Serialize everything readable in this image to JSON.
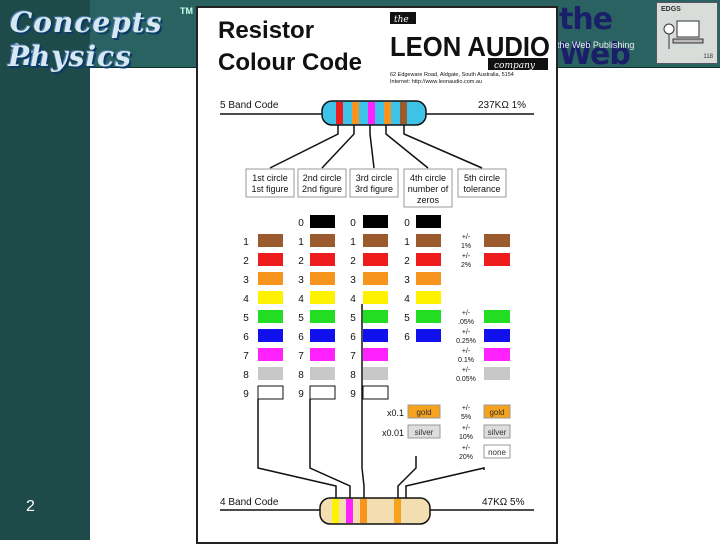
{
  "site": {
    "logo_line1": "Concepts in",
    "logo_line2": "Physics",
    "logo_tm": "TM",
    "web_brand": "the Web",
    "web_sub": "the Web Publishing",
    "badge_top": "EDGS",
    "badge_num": "118",
    "page_number": "2"
  },
  "sheet": {
    "title_line1": "Resistor",
    "title_line2": "Colour Code",
    "company_the": "the",
    "company_name": "LEON AUDIO",
    "company_word": "company",
    "company_addr": "62 Edgeware Road, Aldgate, South Australia, 5154",
    "company_web": "Internet: http://www.leonaudio.com.au",
    "top_label": "5 Band Code",
    "top_value": "237KΩ  1%",
    "bottom_label": "4 Band Code",
    "bottom_value": "47KΩ  5%",
    "headers": [
      [
        "1st circle",
        "1st figure",
        ""
      ],
      [
        "2nd circle",
        "2nd figure",
        ""
      ],
      [
        "3rd circle",
        "3rd figure",
        ""
      ],
      [
        "4th circle",
        "number of",
        "zeros"
      ],
      [
        "5th circle",
        "tolerance",
        ""
      ]
    ],
    "digits": [
      "0",
      "1",
      "2",
      "3",
      "4",
      "5",
      "6",
      "7",
      "8",
      "9"
    ],
    "digit_colors": [
      "#000000",
      "#9b5a2e",
      "#ee1c1c",
      "#f7941d",
      "#fff200",
      "#22dd22",
      "#1111ee",
      "#ff22ff",
      "#c8c8c8",
      "#ffffff"
    ],
    "mult_extra": [
      {
        "label": "x0.1",
        "swatch": "gold",
        "color": "#f7a21b"
      },
      {
        "label": "x0.01",
        "swatch": "silver",
        "color": "#dddddd"
      }
    ],
    "tolerance_rows": [
      {
        "pm": "+/-",
        "pct": "1%",
        "color": "#9b5a2e",
        "row": 1
      },
      {
        "pm": "+/-",
        "pct": "2%",
        "color": "#ee1c1c",
        "row": 2
      },
      {
        "pm": "+/-",
        "pct": ".05%",
        "color": "#22dd22",
        "row": 5
      },
      {
        "pm": "+/-",
        "pct": "0.25%",
        "color": "#1111ee",
        "row": 6
      },
      {
        "pm": "+/-",
        "pct": "0.1%",
        "color": "#ff22ff",
        "row": 7
      },
      {
        "pm": "+/-",
        "pct": "0.05%",
        "color": "#c8c8c8",
        "row": 8
      }
    ],
    "tolerance_extra": [
      {
        "pm": "+/-",
        "pct": "5%",
        "swatch": "gold",
        "color": "#f7a21b"
      },
      {
        "pm": "+/-",
        "pct": "10%",
        "swatch": "silver",
        "color": "#dddddd"
      },
      {
        "pm": "+/-",
        "pct": "20%",
        "swatch": "none",
        "color": "#ffffff"
      }
    ],
    "resistor_top_colors": [
      "#ee1c1c",
      "#f7941d",
      "#ff22ff",
      "#f7941d",
      "#9b5a2e"
    ],
    "resistor_bottom_colors": [
      "#fff200",
      "#ff22ff",
      "#f7941d",
      "#f7a21b"
    ]
  }
}
